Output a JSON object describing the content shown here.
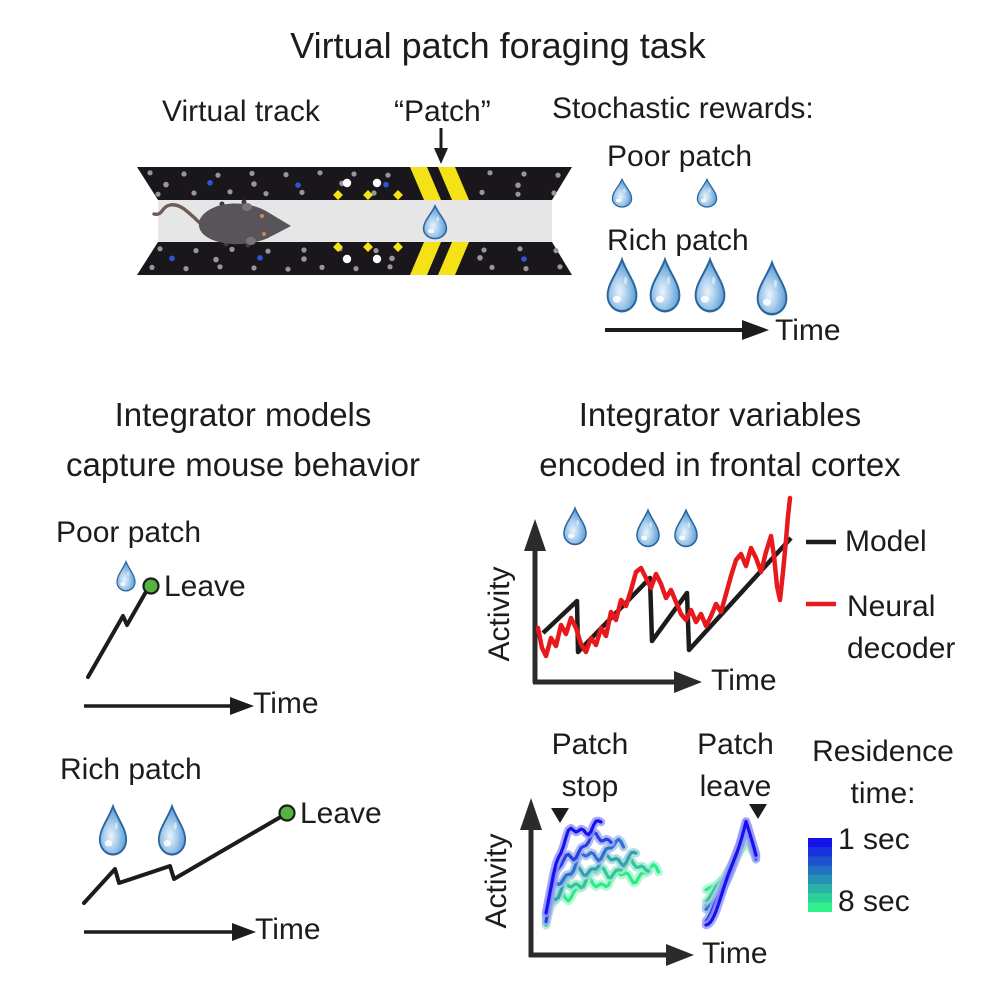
{
  "header": {
    "title": "Virtual patch foraging task"
  },
  "track_panel": {
    "virtual_track_label": "Virtual track",
    "patch_label": "“Patch”",
    "stochastic_heading": "Stochastic rewards:",
    "poor_patch_label": "Poor patch",
    "poor_patch_drops": 2,
    "rich_patch_label": "Rich patch",
    "rich_patch_drops": 4,
    "time_label": "Time"
  },
  "behavior_panel": {
    "title_lines": [
      "Integrator models",
      "capture mouse behavior"
    ],
    "poor": {
      "label": "Poor patch",
      "drops": 1,
      "leave_label": "Leave",
      "time_label": "Time"
    },
    "rich": {
      "label": "Rich patch",
      "drops": 2,
      "leave_label": "Leave",
      "time_label": "Time"
    }
  },
  "neural_panel": {
    "title_lines": [
      "Integrator variables",
      "encoded in frontal cortex"
    ],
    "decoder_plot": {
      "y_label": "Activity",
      "x_label": "Time",
      "drops": 3,
      "legend": [
        {
          "label": "Model",
          "color": "#1c1c1c"
        },
        {
          "label": "Neural decoder",
          "color": "#e8191c"
        }
      ]
    },
    "residence_plot": {
      "y_label": "Activity",
      "x_label": "Time",
      "stop_marker_label": "Patch stop",
      "leave_marker_label": "Patch leave",
      "colorbar_heading": "Residence time:",
      "colorbar_top_label": "1 sec",
      "colorbar_bottom_label": "8 sec",
      "colorbar_top_color": "#1612ea",
      "colorbar_bottom_color": "#30f18c",
      "colorbar_steps": 8,
      "trace_colors": [
        "#1512ee",
        "#2440e2",
        "#2f6fd2",
        "#2fa3ae",
        "#2cc897",
        "#2deb8b"
      ]
    }
  },
  "colors": {
    "drop_blue": "#4a86c8",
    "leave_green": "#56b33e",
    "model_black": "#1c1c1c",
    "decoder_red": "#e8191c",
    "patch_stripe_yellow": "#f5e216",
    "wall_black": "#19171c",
    "corridor_gray": "#e6e6e6"
  }
}
